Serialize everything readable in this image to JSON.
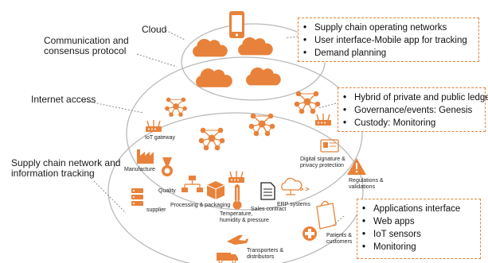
{
  "labels": {
    "cloud": "Cloud",
    "communication_line1": "Communication and",
    "communication_line2": "consensus protocol",
    "internet_access": "Internet access",
    "tracking_line1": "Supply chain network and",
    "tracking_line2": "information tracking",
    "iot_gateway": "IoT gateway",
    "manufacture": "Manufacture",
    "quality": "Quality",
    "supplier": "supplier",
    "processing": "Processing & packaging",
    "temp_line1": "Temperature,",
    "temp_line2": "humidity & pressure",
    "sales_contract": "Sales contract",
    "erp": "ERP systems",
    "digsig_line1": "Digital signature &",
    "digsig_line2": "privacy protection",
    "regulations_line1": "Regulations &",
    "regulations_line2": "validations",
    "patients_line1": "Patients &",
    "patients_line2": "customers",
    "transporters_line1": "Transporters &",
    "transporters_line2": "distributors"
  },
  "boxes": {
    "top": [
      "Supply chain operating networks",
      "User interface-Mobile app for tracking",
      "Demand planning"
    ],
    "middle": [
      "Hybrid of private and public ledger",
      "Governance/events: Genesis",
      "Custody: Monitoring"
    ],
    "bottom": [
      "Applications interface",
      "Web apps",
      "IoT sensors",
      "Monitoring"
    ]
  },
  "icons": [
    "mobile-phone-icon",
    "cloud-icon",
    "network-node-icon",
    "router-icon",
    "factory-icon",
    "medal-icon",
    "server-stack-icon",
    "flowchart-icon",
    "package-icon",
    "thermometer-icon",
    "document-icon",
    "cloud-network-icon",
    "id-card-icon",
    "warning-icon",
    "shopping-bag-icon",
    "medical-cross-icon",
    "airplane-icon",
    "truck-icon"
  ],
  "colors": {
    "accent": "#e8823a",
    "outline": "#b9b9b9",
    "text": "#1a1a1a"
  }
}
